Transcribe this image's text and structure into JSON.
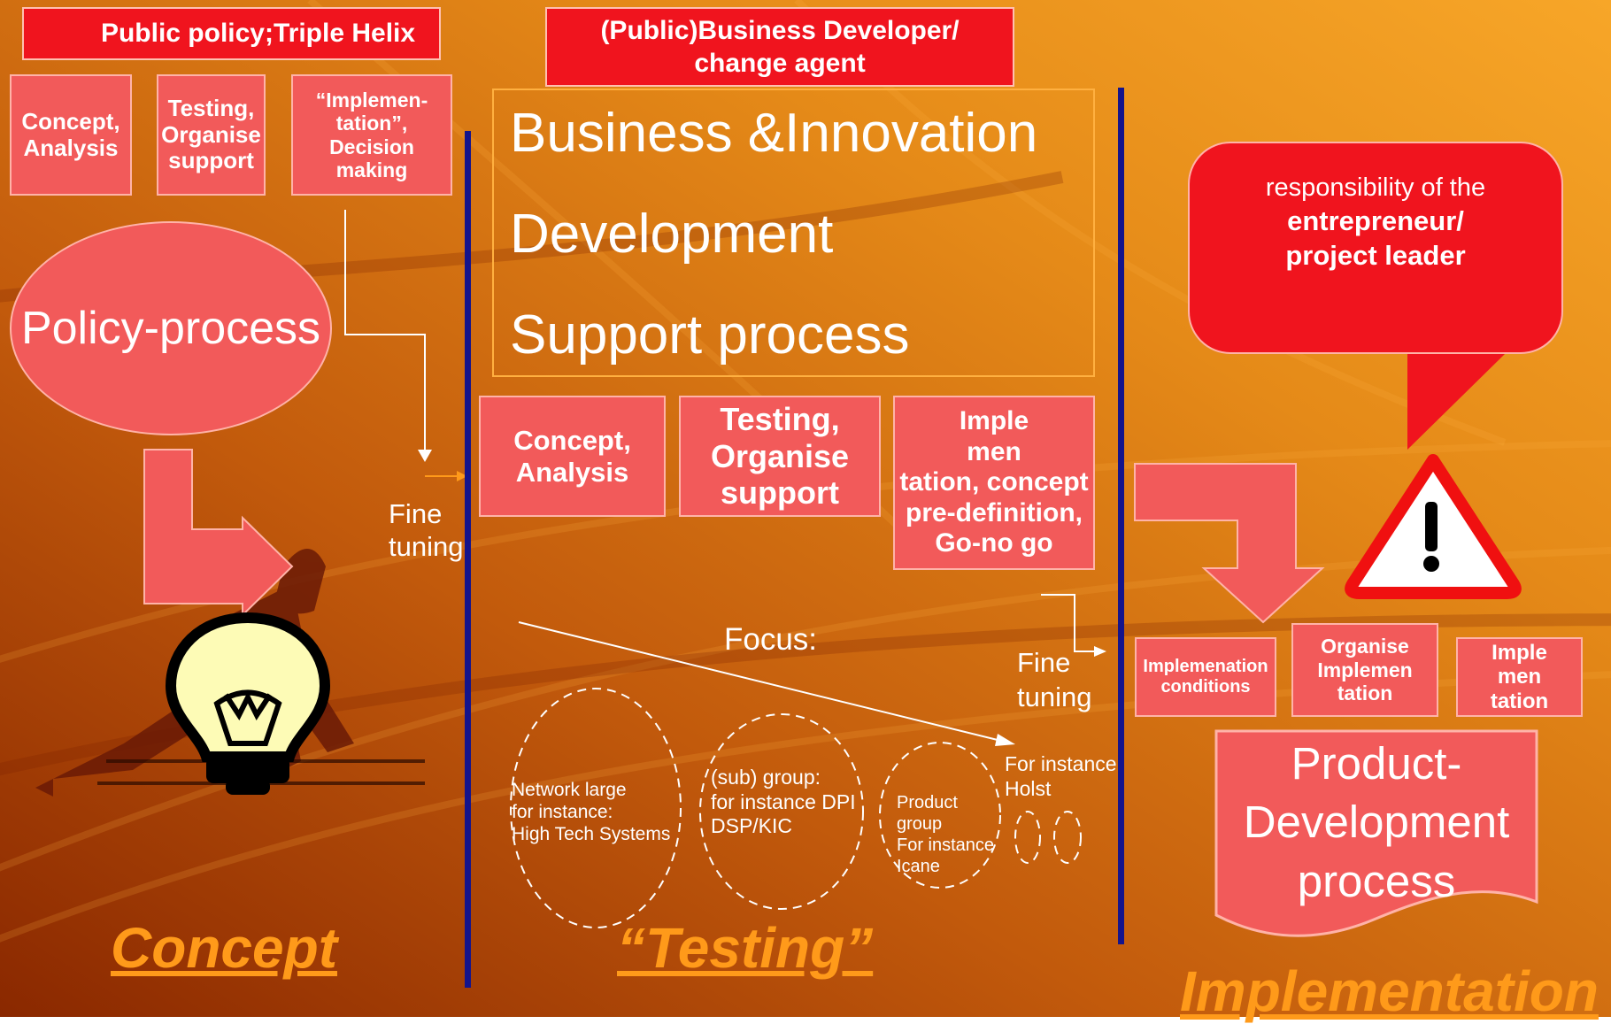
{
  "header": {
    "public_policy": "Public policy;Triple Helix",
    "business_developer": "(Public)Business Developer/\nchange agent"
  },
  "concept_boxes": [
    "Concept,\nAnalysis",
    "Testing,\nOrganise\nsupport",
    "“Implemen-\ntation”,\nDecision\nmaking"
  ],
  "policy_process": "Policy-process",
  "fine_tuning_left": "Fine\ntuning",
  "main_title": {
    "line1": "Business &Innovation",
    "line2": "Development",
    "line3": "Support process"
  },
  "testing_boxes": [
    "Concept,\nAnalysis",
    "Testing,\nOrganise\nsupport",
    "Imple\nmen\ntation, concept\npre-definition,\nGo-no go"
  ],
  "focus": "Focus:",
  "fine_tuning_right": "Fine\ntuning",
  "circles": {
    "network": "Network large\nfor instance:\nHigh Tech Systems",
    "subgroup": "(sub) group:\nfor instance DPI\nDSP/KIC",
    "product_group": "Product\ngroup\nFor instance\nIcane",
    "for_instance_holst": "For instance\nHolst"
  },
  "callout": {
    "line1": "responsibility  of  the",
    "line2": "entrepreneur/\nproject leader"
  },
  "impl_boxes": [
    "Implemenation\nconditions",
    "Organise\nImplemen\ntation",
    "Imple\nmen\ntation"
  ],
  "product_dev": "Product-\nDevelopment\nprocess",
  "phases": {
    "concept": "Concept",
    "testing": "“Testing”",
    "implementation": "Implementation"
  },
  "colors": {
    "background_dark": "#9a3000",
    "background_light": "#f2a020",
    "box_fill": "#f25a5a",
    "header_fill": "#f0141e",
    "divider": "#14148c",
    "phase_text": "#ff9a1a"
  }
}
